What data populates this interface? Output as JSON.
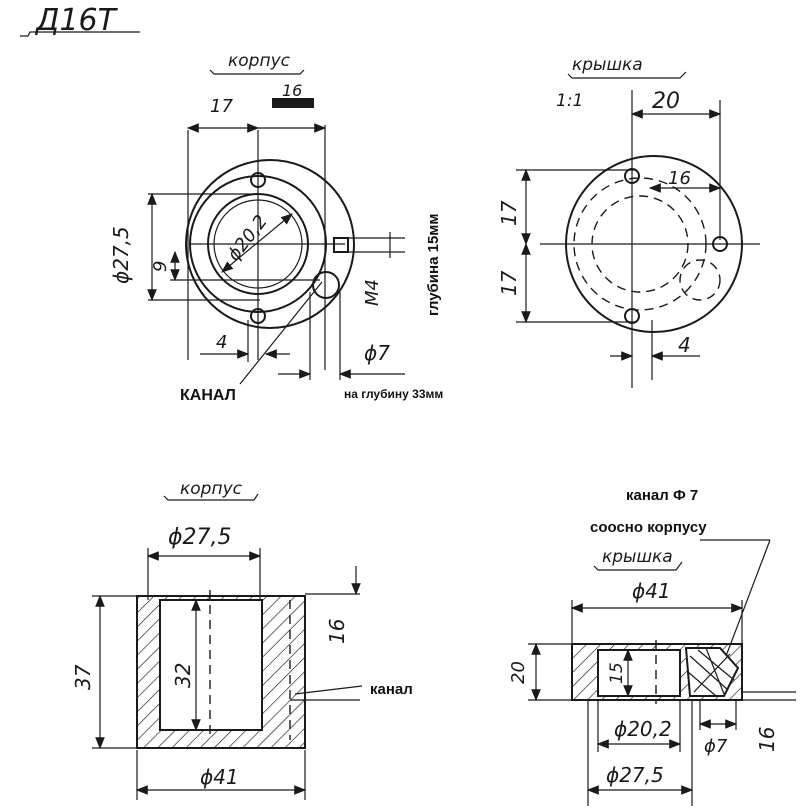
{
  "sheet": {
    "material": "Д16Т"
  },
  "views": {
    "body_top": {
      "title": "корпус",
      "dim_17": "17",
      "dim_16_crossed": "16",
      "dim_d275": "ϕ27,5",
      "dim_d202": "ϕ20,2",
      "dim_9": "9",
      "dim_4": "4",
      "dim_m4": "M4",
      "depth_note": "глубина 15мм",
      "dim_d7": "ϕ7",
      "depth33": "на глубину 33мм",
      "channel": "КАНАЛ"
    },
    "lid_top": {
      "title": "крышка",
      "scale": "1:1",
      "dim_20": "20",
      "dim_16": "16",
      "dim_17a": "17",
      "dim_17b": "17",
      "dim_4": "4"
    },
    "body_section": {
      "title": "корпус",
      "dim_d275": "ϕ27,5",
      "dim_37": "37",
      "dim_32": "32",
      "dim_16": "16",
      "dim_d41": "ϕ41",
      "channel": "канал"
    },
    "lid_section": {
      "note1": "канал Ф 7",
      "note2": "соосно корпусу",
      "title": "крышка",
      "dim_d41": "ϕ41",
      "dim_20": "20",
      "dim_15": "15",
      "dim_d202": "ϕ20,2",
      "dim_d7": "ϕ7",
      "dim_16": "16",
      "dim_d275": "ϕ27,5"
    }
  },
  "colors": {
    "ink": "#1a1a1a",
    "paper": "#ffffff"
  }
}
